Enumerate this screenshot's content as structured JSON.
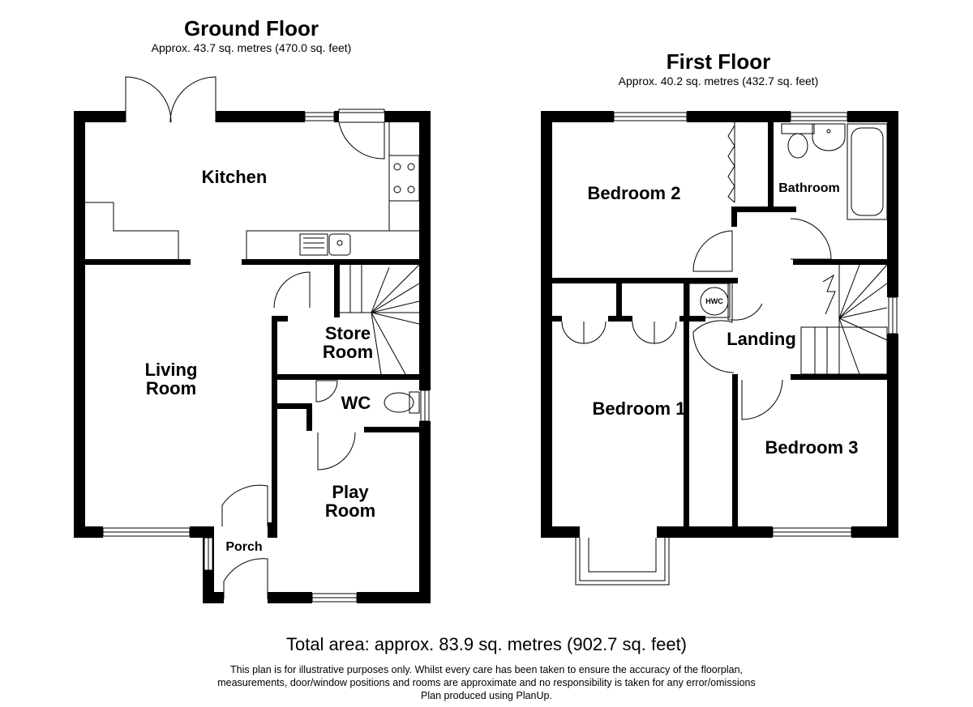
{
  "ground_floor": {
    "title": "Ground Floor",
    "area": "Approx. 43.7 sq. metres (470.0 sq. feet)",
    "rooms": {
      "kitchen": "Kitchen",
      "living_line1": "Living",
      "living_line2": "Room",
      "store_line1": "Store",
      "store_line2": "Room",
      "wc": "WC",
      "play_line1": "Play",
      "play_line2": "Room",
      "porch": "Porch"
    }
  },
  "first_floor": {
    "title": "First Floor",
    "area": "Approx. 40.2 sq. metres (432.7 sq. feet)",
    "rooms": {
      "bedroom2": "Bedroom 2",
      "bathroom": "Bathroom",
      "hwc": "HWC",
      "landing": "Landing",
      "bedroom1": "Bedroom 1",
      "bedroom3": "Bedroom 3"
    }
  },
  "footer": {
    "total": "Total area: approx. 83.9 sq. metres (902.7 sq. feet)",
    "note_line1": "This plan is for illustrative purposes only. Whilst every care has been taken to ensure the accuracy of the floorplan,",
    "note_line2": "measurements, door/window positions and rooms are approximate and no responsibility is taken for any error/omissions",
    "note_line3": "Plan produced using PlanUp."
  }
}
